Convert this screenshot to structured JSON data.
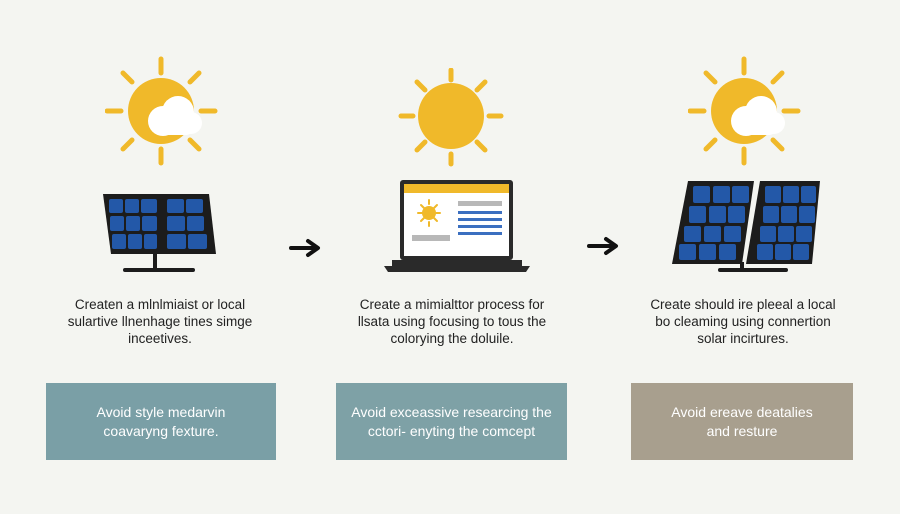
{
  "steps": [
    {
      "caption_lines": [
        "Createn a mlnlmiaist or local",
        "sulartive llnenhage tines simge",
        "inceetives."
      ],
      "box_lines": [
        "Avoid style medarvin",
        "coavaryng fexture."
      ],
      "box_color": "#7a9fa6",
      "icon": "solar-panel-icon",
      "sun_icon": "sun-behind-cloud-icon"
    },
    {
      "caption_lines": [
        "Create a mimialttor process for",
        "llsata using focusing to tous the",
        "colorying the doluile."
      ],
      "box_lines": [
        "Avoid exceassive researcing the",
        "cctori- enyting the comcept"
      ],
      "box_color": "#7ea1a6",
      "icon": "laptop-icon",
      "sun_icon": "sun-icon"
    },
    {
      "caption_lines": [
        "Create should ire pleeal a local",
        "bo cleaming using connertion",
        "solar incirtures."
      ],
      "box_lines": [
        "Avoid ereave deatalies",
        "and resture"
      ],
      "box_color": "#a89f8e",
      "icon": "solar-panel-pair-icon",
      "sun_icon": "sun-behind-cloud-icon"
    }
  ],
  "colors": {
    "sun": "#f0b92a",
    "panel_cell": "#2358a8",
    "outline": "#1c1c1c",
    "laptop_header": "#f0b92a",
    "laptop_lines": "#3b6fc0"
  },
  "arrows": [
    "arrow-right-icon",
    "arrow-right-icon"
  ]
}
